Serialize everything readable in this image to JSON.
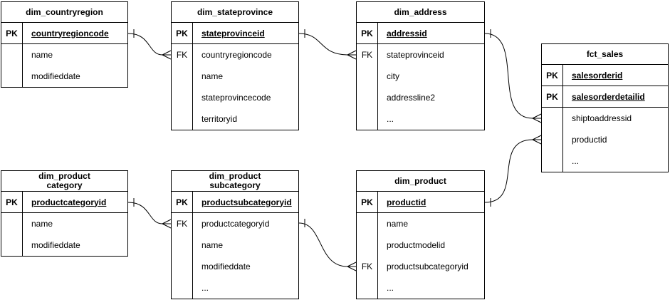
{
  "diagram": {
    "kind": "entity-relationship-diagram",
    "notation": "crows-foot",
    "background_color": "#ffffff",
    "line_color": "#000000",
    "text_color": "#000000"
  },
  "tables": [
    {
      "id": "dim_countryregion",
      "title": "dim_countryregion",
      "rows": [
        {
          "key": "PK",
          "field": "countryregioncode",
          "is_pk": true
        },
        {
          "key": "",
          "field": "name",
          "is_pk": false
        },
        {
          "key": "",
          "field": "modifieddate",
          "is_pk": false
        }
      ]
    },
    {
      "id": "dim_stateprovince",
      "title": "dim_stateprovince",
      "rows": [
        {
          "key": "PK",
          "field": "stateprovinceid",
          "is_pk": true
        },
        {
          "key": "FK",
          "field": "countryregioncode",
          "is_pk": false
        },
        {
          "key": "",
          "field": "name",
          "is_pk": false
        },
        {
          "key": "",
          "field": "stateprovincecode",
          "is_pk": false
        },
        {
          "key": "",
          "field": "territoryid",
          "is_pk": false
        }
      ]
    },
    {
      "id": "dim_address",
      "title": "dim_address",
      "rows": [
        {
          "key": "PK",
          "field": "addressid",
          "is_pk": true
        },
        {
          "key": "FK",
          "field": "stateprovinceid",
          "is_pk": false
        },
        {
          "key": "",
          "field": "city",
          "is_pk": false
        },
        {
          "key": "",
          "field": "addressline2",
          "is_pk": false
        },
        {
          "key": "",
          "field": "...",
          "is_pk": false
        }
      ]
    },
    {
      "id": "fct_sales",
      "title": "fct_sales",
      "rows": [
        {
          "key": "PK",
          "field": "salesorderid",
          "is_pk": true
        },
        {
          "key": "PK",
          "field": "salesorderdetailid",
          "is_pk": true
        },
        {
          "key": "",
          "field": "shiptoaddressid",
          "is_pk": false
        },
        {
          "key": "",
          "field": "productid",
          "is_pk": false
        },
        {
          "key": "",
          "field": "...",
          "is_pk": false
        }
      ]
    },
    {
      "id": "dim_productcategory",
      "title": "dim_product\ncategory",
      "rows": [
        {
          "key": "PK",
          "field": "productcategoryid",
          "is_pk": true
        },
        {
          "key": "",
          "field": "name",
          "is_pk": false
        },
        {
          "key": "",
          "field": "modifieddate",
          "is_pk": false
        }
      ]
    },
    {
      "id": "dim_productsubcategory",
      "title": "dim_product\nsubcategory",
      "rows": [
        {
          "key": "PK",
          "field": "productsubcategoryid",
          "is_pk": true
        },
        {
          "key": "FK",
          "field": "productcategoryid",
          "is_pk": false
        },
        {
          "key": "",
          "field": "name",
          "is_pk": false
        },
        {
          "key": "",
          "field": "modifieddate",
          "is_pk": false
        },
        {
          "key": "",
          "field": "...",
          "is_pk": false
        }
      ]
    },
    {
      "id": "dim_product",
      "title": "dim_product",
      "rows": [
        {
          "key": "PK",
          "field": "productid",
          "is_pk": true
        },
        {
          "key": "",
          "field": "name",
          "is_pk": false
        },
        {
          "key": "",
          "field": "productmodelid",
          "is_pk": false
        },
        {
          "key": "FK",
          "field": "productsubcategoryid",
          "is_pk": false
        },
        {
          "key": "",
          "field": "...",
          "is_pk": false
        }
      ]
    }
  ],
  "relationships": [
    {
      "from_table": "dim_countryregion",
      "to_table": "dim_stateprovince",
      "from_marker": "one",
      "to_marker": "many"
    },
    {
      "from_table": "dim_stateprovince",
      "to_table": "dim_address",
      "from_marker": "one",
      "to_marker": "many"
    },
    {
      "from_table": "dim_address",
      "to_table": "fct_sales",
      "from_marker": "one",
      "to_marker": "many"
    },
    {
      "from_table": "dim_product",
      "to_table": "fct_sales",
      "from_marker": "one",
      "to_marker": "many"
    },
    {
      "from_table": "dim_productcategory",
      "to_table": "dim_productsubcategory",
      "from_marker": "one",
      "to_marker": "many"
    },
    {
      "from_table": "dim_productsubcategory",
      "to_table": "dim_product",
      "from_marker": "one",
      "to_marker": "many"
    }
  ]
}
